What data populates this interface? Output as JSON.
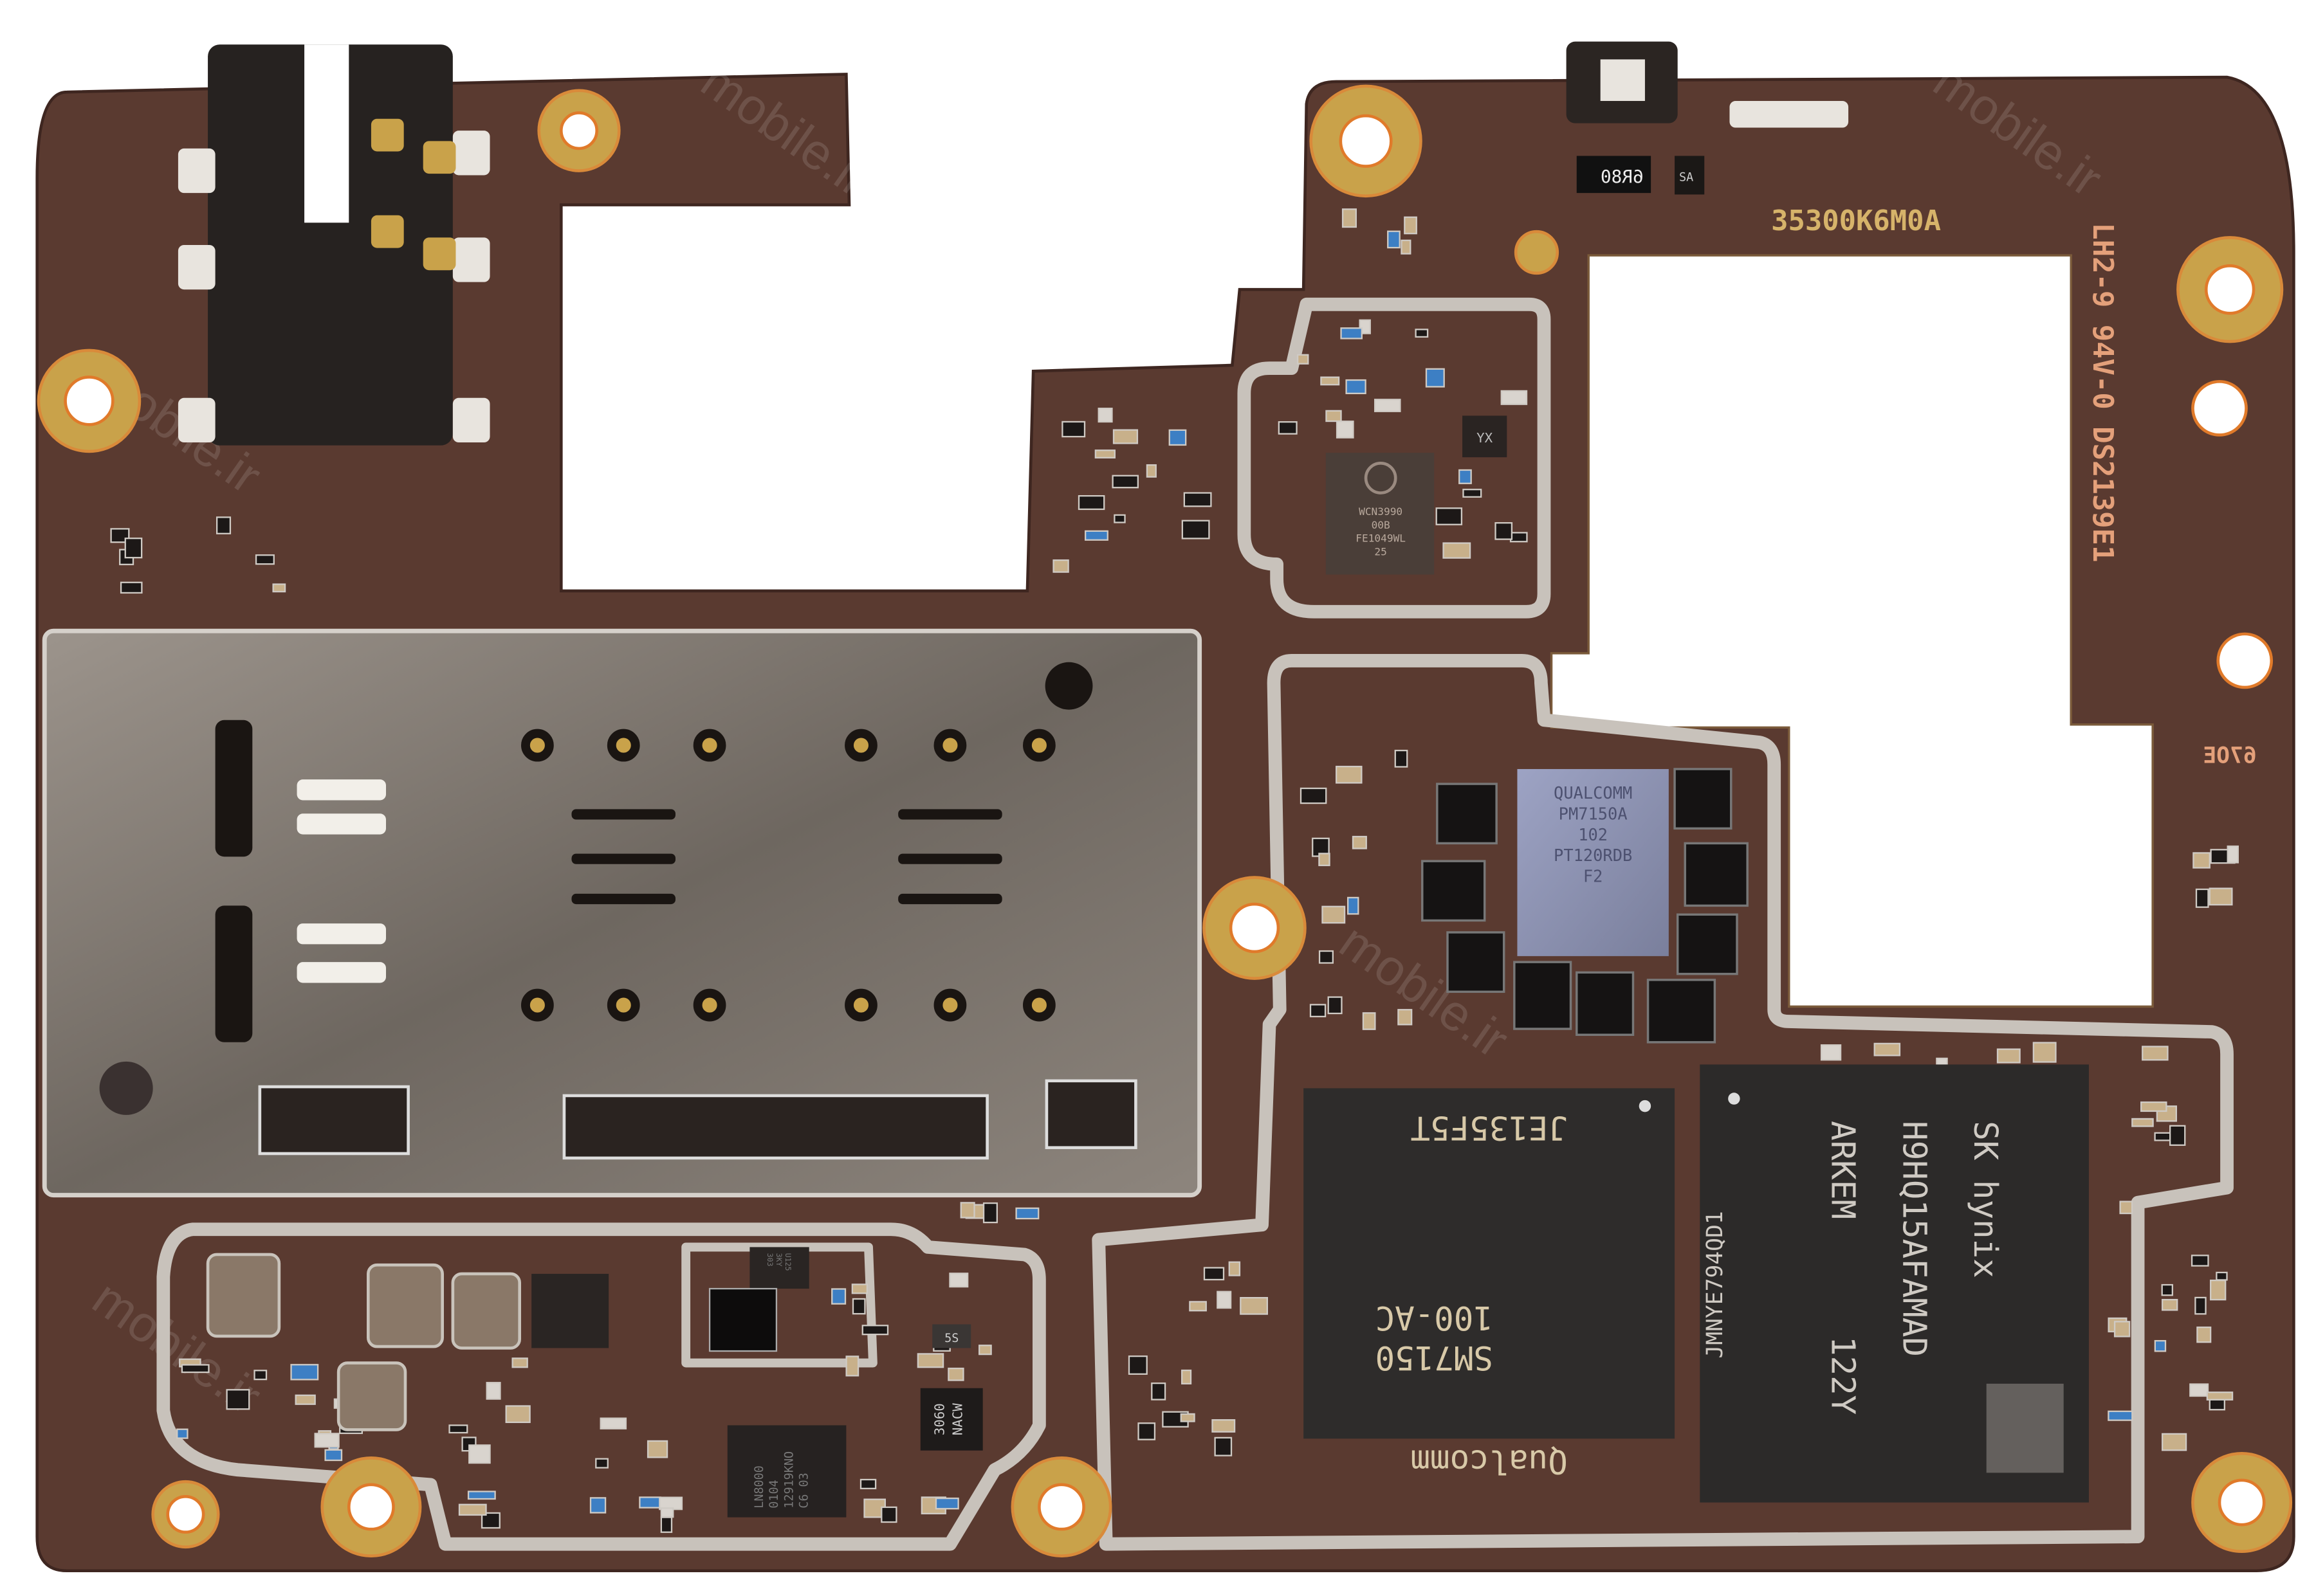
{
  "board": {
    "colors": {
      "pcb": "#5a3a30",
      "pcb_dark": "#4a2e26",
      "gold": "#c9a24a",
      "shield": "#b9b3ac",
      "chip": "#2e2c2b",
      "pmic": "#8a8fae"
    },
    "silkscreen": {
      "part_number": "35300K6M0A",
      "vertical_marking": "LH2-9 94V-0 DS2139E1",
      "mirrored_code": "67OE",
      "resistor_code": "6R80",
      "diode_code": "SA"
    },
    "chips": {
      "soc": {
        "brand": "Qualcomm",
        "lines": [
          "JE135F5T",
          "100-AC",
          "SM7150"
        ]
      },
      "memory": {
        "brand": "SK hynix",
        "lines": [
          "H9HQ15AFAMAD",
          "ARKEM",
          "122Y",
          "JMNYE794QD1"
        ]
      },
      "pmic": {
        "lines": [
          "QUALCOMM",
          "PM7150A",
          "102",
          "PT120RDB",
          "F2"
        ]
      },
      "wifi": {
        "lines": [
          "WCN3990",
          "00B",
          "FE1049WL",
          "25"
        ]
      },
      "power_ic_1": {
        "lines": [
          "LN8000",
          "0104",
          "12919KNO",
          "C6 03"
        ]
      },
      "power_ic_2": {
        "lines": [
          "3060",
          "NACW"
        ]
      },
      "small_ic": {
        "lines": [
          "U125",
          "3KY",
          "303"
        ]
      },
      "diode_5s": {
        "lines": [
          "5S"
        ]
      },
      "rf_small": {
        "lines": [
          "YX"
        ]
      }
    },
    "watermark": "mobile.ir"
  }
}
